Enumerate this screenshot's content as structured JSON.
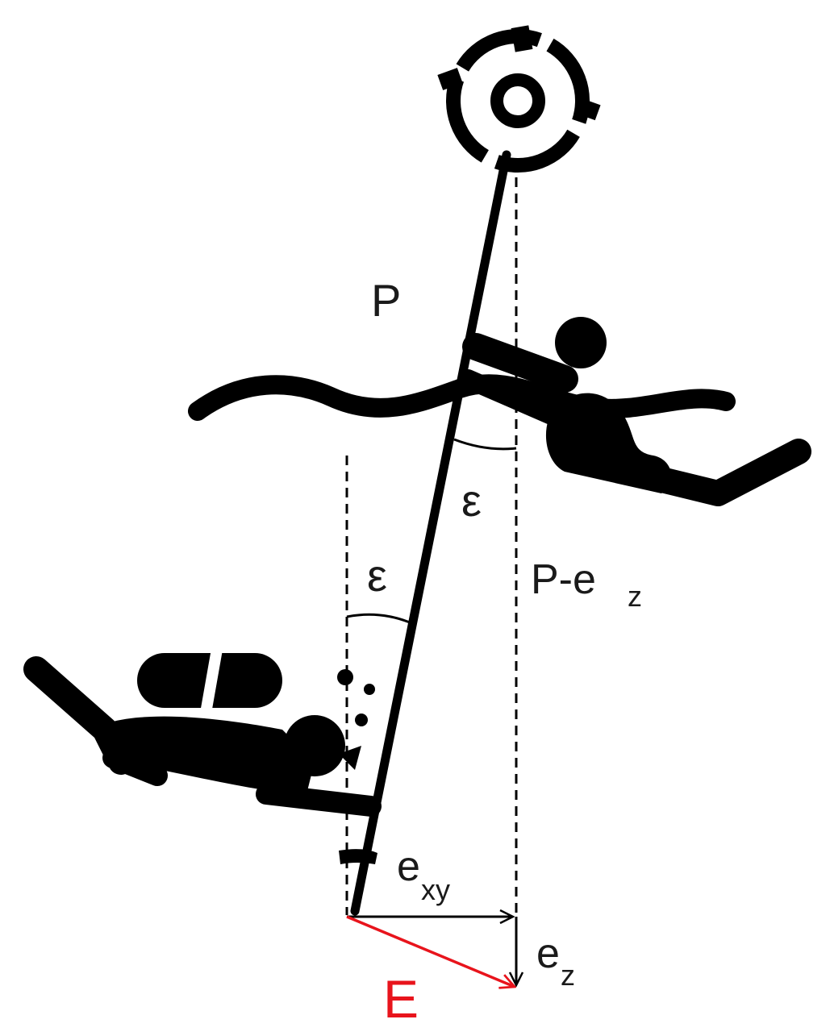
{
  "labels": {
    "pole": "P",
    "pole_sub_main": "P-e",
    "pole_sub_sub": "z",
    "epsilon_upper": "ε",
    "epsilon_lower": "ε",
    "exy_main": "e",
    "exy_sub": "xy",
    "ez_main": "e",
    "ez_sub": "z",
    "error": "E"
  },
  "colors": {
    "ink": "#000000",
    "error_vector": "#e8141c"
  },
  "icons": [
    "gnss-target-icon",
    "swimmer-icon",
    "scuba-diver-icon",
    "bubbles-icon"
  ]
}
